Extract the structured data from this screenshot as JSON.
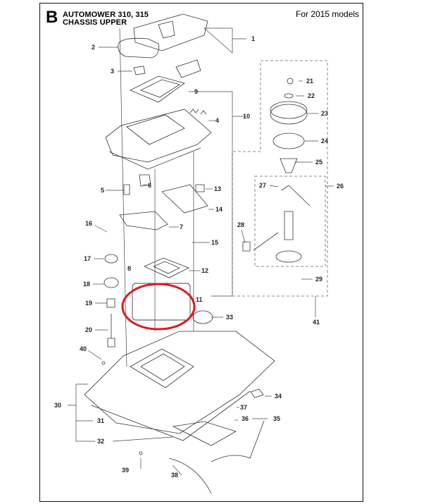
{
  "header": {
    "section_letter": "B",
    "title_line1": "AUTOMOWER 310, 315",
    "title_line2": "CHASSIS UPPER",
    "models_note": "For 2015 models"
  },
  "callouts": [
    "1",
    "2",
    "3",
    "4",
    "5",
    "6",
    "7",
    "8",
    "9",
    "10",
    "11",
    "12",
    "13",
    "14",
    "15",
    "16",
    "17",
    "18",
    "19",
    "20",
    "21",
    "22",
    "23",
    "24",
    "25",
    "26",
    "27",
    "28",
    "29",
    "30",
    "31",
    "32",
    "33",
    "34",
    "35",
    "36",
    "37",
    "38",
    "39",
    "40",
    "41"
  ],
  "colors": {
    "line": "#333333",
    "highlight": "#e0191e",
    "dash": "#666666"
  }
}
